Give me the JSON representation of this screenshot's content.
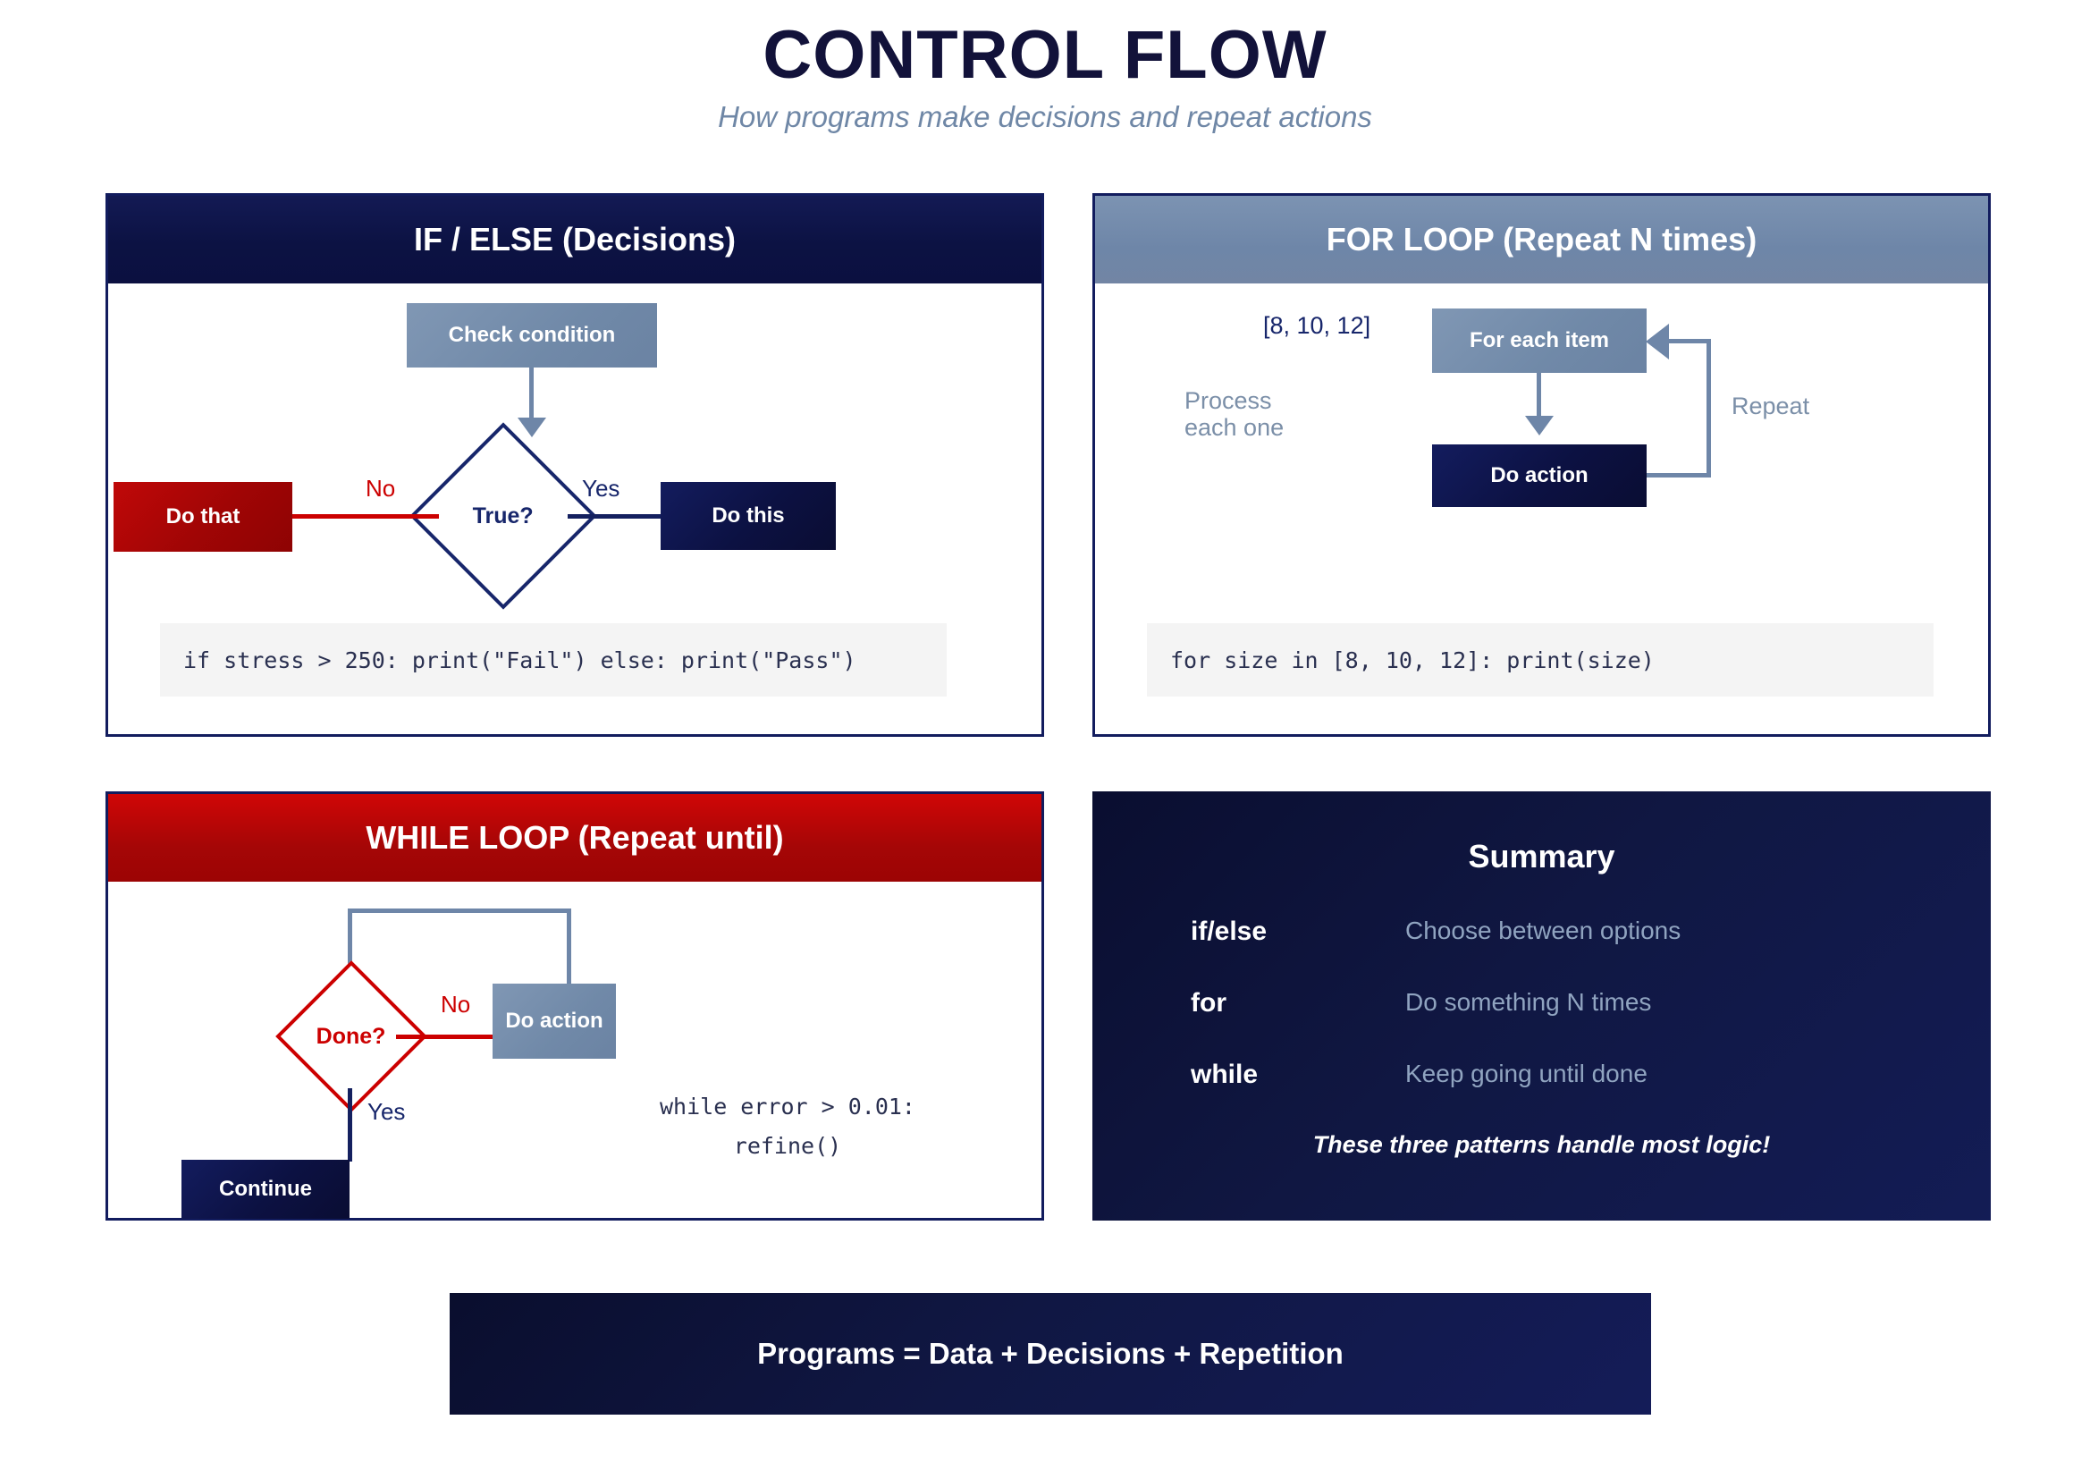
{
  "header": {
    "title": "CONTROL FLOW",
    "subtitle": "How programs make decisions and repeat actions"
  },
  "panels": {
    "ifelse": {
      "heading": "IF / ELSE (Decisions)",
      "start_box": "Check condition",
      "decision": "True?",
      "no_label": "No",
      "yes_label": "Yes",
      "false_box": "Do that",
      "true_box": "Do this",
      "code": "if stress > 250: print(\"Fail\") else: print(\"Pass\")"
    },
    "forloop": {
      "heading": "FOR LOOP (Repeat N times)",
      "collection": "[8, 10, 12]",
      "side_note_line1": "Process",
      "side_note_line2": "each one",
      "iterate_box": "For each item",
      "action_box": "Do action",
      "repeat_label": "Repeat",
      "code": "for size in [8, 10, 12]: print(size)"
    },
    "whileloop": {
      "heading": "WHILE LOOP (Repeat until)",
      "decision": "Done?",
      "no_label": "No",
      "yes_label": "Yes",
      "action_box": "Do action",
      "exit_box": "Continue",
      "code_line1": "while error > 0.01:",
      "code_line2": "refine()"
    },
    "summary": {
      "heading": "Summary",
      "rows": [
        {
          "key": "if/else",
          "value": "Choose between options"
        },
        {
          "key": "for",
          "value": "Do something N times"
        },
        {
          "key": "while",
          "value": "Keep going until done"
        }
      ],
      "footnote": "These three patterns handle most logic!"
    }
  },
  "banner": {
    "text": "Programs = Data + Decisions + Repetition"
  },
  "colors": {
    "navy": "#121C5E",
    "slate": "#6E86A8",
    "red": "#CC0000",
    "muted": "#7B8FA8",
    "code_bg": "#F4F4F4"
  }
}
